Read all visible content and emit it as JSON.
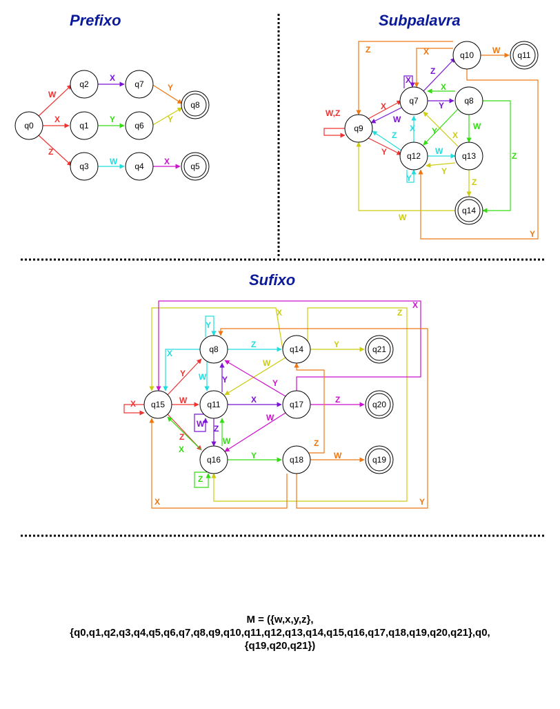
{
  "titles": {
    "prefixo": "Prefixo",
    "subpalavra": "Subpalavra",
    "sufixo": "Sufixo"
  },
  "colors": {
    "red": "#ee3333",
    "purple": "#7b13d6",
    "green": "#33dd11",
    "cyan": "#22dddd",
    "magenta": "#cc11cc",
    "orange": "#ee7711",
    "olive": "#cccc11",
    "title": "#0a1a99"
  },
  "states": {
    "prefixo": [
      "q0",
      "q1",
      "q2",
      "q3",
      "q4",
      "q5",
      "q6",
      "q7",
      "q8"
    ],
    "subpalavra": [
      "q7",
      "q8",
      "q9",
      "q10",
      "q11",
      "q12",
      "q13",
      "q14"
    ],
    "sufixo": [
      "q8",
      "q11",
      "q14",
      "q15",
      "q16",
      "q17",
      "q18",
      "q19",
      "q20",
      "q21"
    ]
  },
  "final_states": {
    "prefixo": [
      "q5",
      "q8"
    ],
    "subpalavra": [
      "q11",
      "q14"
    ],
    "sufixo": [
      "q19",
      "q20",
      "q21"
    ]
  },
  "transitions": {
    "prefixo": [
      {
        "from": "q0",
        "to": "q2",
        "symbol": "W",
        "color": "red"
      },
      {
        "from": "q0",
        "to": "q1",
        "symbol": "X",
        "color": "red"
      },
      {
        "from": "q0",
        "to": "q3",
        "symbol": "Z",
        "color": "red"
      },
      {
        "from": "q2",
        "to": "q7",
        "symbol": "X",
        "color": "purple"
      },
      {
        "from": "q1",
        "to": "q6",
        "symbol": "Y",
        "color": "green"
      },
      {
        "from": "q3",
        "to": "q4",
        "symbol": "W",
        "color": "cyan"
      },
      {
        "from": "q7",
        "to": "q8",
        "symbol": "Y",
        "color": "orange"
      },
      {
        "from": "q6",
        "to": "q8",
        "symbol": "Y",
        "color": "olive"
      },
      {
        "from": "q4",
        "to": "q5",
        "symbol": "X",
        "color": "magenta"
      }
    ],
    "subpalavra": [
      {
        "from": "q9",
        "to": "q9",
        "symbol": "W,Z",
        "color": "red"
      },
      {
        "from": "q9",
        "to": "q7",
        "symbol": "X",
        "color": "red"
      },
      {
        "from": "q9",
        "to": "q12",
        "symbol": "Y",
        "color": "red"
      },
      {
        "from": "q7",
        "to": "q7",
        "symbol": "X",
        "color": "purple"
      },
      {
        "from": "q7",
        "to": "q10",
        "symbol": "Z",
        "color": "purple"
      },
      {
        "from": "q7",
        "to": "q8",
        "symbol": "Y",
        "color": "purple"
      },
      {
        "from": "q7",
        "to": "q9",
        "symbol": "W",
        "color": "purple"
      },
      {
        "from": "q10",
        "to": "q11",
        "symbol": "W",
        "color": "orange"
      },
      {
        "from": "q10",
        "to": "q7",
        "symbol": "X",
        "color": "orange"
      },
      {
        "from": "q10",
        "to": "q9",
        "symbol": "Z",
        "color": "orange"
      },
      {
        "from": "q10",
        "to": "q12",
        "symbol": "Y",
        "color": "orange"
      },
      {
        "from": "q8",
        "to": "q7",
        "symbol": "X",
        "color": "green"
      },
      {
        "from": "q8",
        "to": "q13",
        "symbol": "W",
        "color": "green"
      },
      {
        "from": "q8",
        "to": "q12",
        "symbol": "Y",
        "color": "green"
      },
      {
        "from": "q8",
        "to": "q14",
        "symbol": "Z",
        "color": "green"
      },
      {
        "from": "q12",
        "to": "q12",
        "symbol": "Y",
        "color": "cyan"
      },
      {
        "from": "q12",
        "to": "q7",
        "symbol": "X",
        "color": "cyan"
      },
      {
        "from": "q12",
        "to": "q9",
        "symbol": "Z",
        "color": "cyan"
      },
      {
        "from": "q12",
        "to": "q13",
        "symbol": "W",
        "color": "cyan"
      },
      {
        "from": "q13",
        "to": "q7",
        "symbol": "X",
        "color": "olive"
      },
      {
        "from": "q13",
        "to": "q12",
        "symbol": "Y",
        "color": "olive"
      },
      {
        "from": "q13",
        "to": "q14",
        "symbol": "Z",
        "color": "olive"
      },
      {
        "from": "q14",
        "to": "q9",
        "symbol": "W",
        "color": "olive"
      }
    ],
    "sufixo": [
      {
        "from": "q15",
        "to": "q15",
        "symbol": "X",
        "color": "red"
      },
      {
        "from": "q15",
        "to": "q8",
        "symbol": "Y",
        "color": "red"
      },
      {
        "from": "q15",
        "to": "q11",
        "symbol": "W",
        "color": "red"
      },
      {
        "from": "q15",
        "to": "q16",
        "symbol": "Z",
        "color": "red"
      },
      {
        "from": "q8",
        "to": "q15",
        "symbol": "X",
        "color": "cyan"
      },
      {
        "from": "q8",
        "to": "q8",
        "symbol": "Y",
        "color": "cyan"
      },
      {
        "from": "q8",
        "to": "q14",
        "symbol": "Z",
        "color": "cyan"
      },
      {
        "from": "q8",
        "to": "q11",
        "symbol": "W",
        "color": "cyan"
      },
      {
        "from": "q11",
        "to": "q11",
        "symbol": "W",
        "color": "purple"
      },
      {
        "from": "q11",
        "to": "q8",
        "symbol": "Y",
        "color": "purple"
      },
      {
        "from": "q11",
        "to": "q17",
        "symbol": "X",
        "color": "purple"
      },
      {
        "from": "q11",
        "to": "q16",
        "symbol": "Z",
        "color": "purple"
      },
      {
        "from": "q16",
        "to": "q16",
        "symbol": "Z",
        "color": "green"
      },
      {
        "from": "q16",
        "to": "q15",
        "symbol": "X",
        "color": "green"
      },
      {
        "from": "q16",
        "to": "q11",
        "symbol": "W",
        "color": "green"
      },
      {
        "from": "q16",
        "to": "q18",
        "symbol": "Y",
        "color": "green"
      },
      {
        "from": "q14",
        "to": "q21",
        "symbol": "Y",
        "color": "olive"
      },
      {
        "from": "q14",
        "to": "q11",
        "symbol": "W",
        "color": "olive"
      },
      {
        "from": "q14",
        "to": "q15",
        "symbol": "X",
        "color": "olive"
      },
      {
        "from": "q14",
        "to": "q16",
        "symbol": "Z",
        "color": "olive"
      },
      {
        "from": "q17",
        "to": "q20",
        "symbol": "Z",
        "color": "magenta"
      },
      {
        "from": "q17",
        "to": "q8",
        "symbol": "Y",
        "color": "magenta"
      },
      {
        "from": "q17",
        "to": "q16",
        "symbol": "W",
        "color": "magenta"
      },
      {
        "from": "q17",
        "to": "q15",
        "symbol": "X",
        "color": "magenta"
      },
      {
        "from": "q18",
        "to": "q19",
        "symbol": "W",
        "color": "orange"
      },
      {
        "from": "q18",
        "to": "q14",
        "symbol": "Z",
        "color": "orange"
      },
      {
        "from": "q18",
        "to": "q15",
        "symbol": "X",
        "color": "orange"
      },
      {
        "from": "q18",
        "to": "q8",
        "symbol": "Y",
        "color": "orange"
      }
    ]
  },
  "formal_definition": {
    "line1": "M = ({w,x,y,z},",
    "line2": "{q0,q1,q2,q3,q4,q5,q6,q7,q8,q9,q10,q11,q12,q13,q14,q15,q16,q17,q18,q19,q20,q21},q0,",
    "line3": "{q19,q20,q21})"
  }
}
